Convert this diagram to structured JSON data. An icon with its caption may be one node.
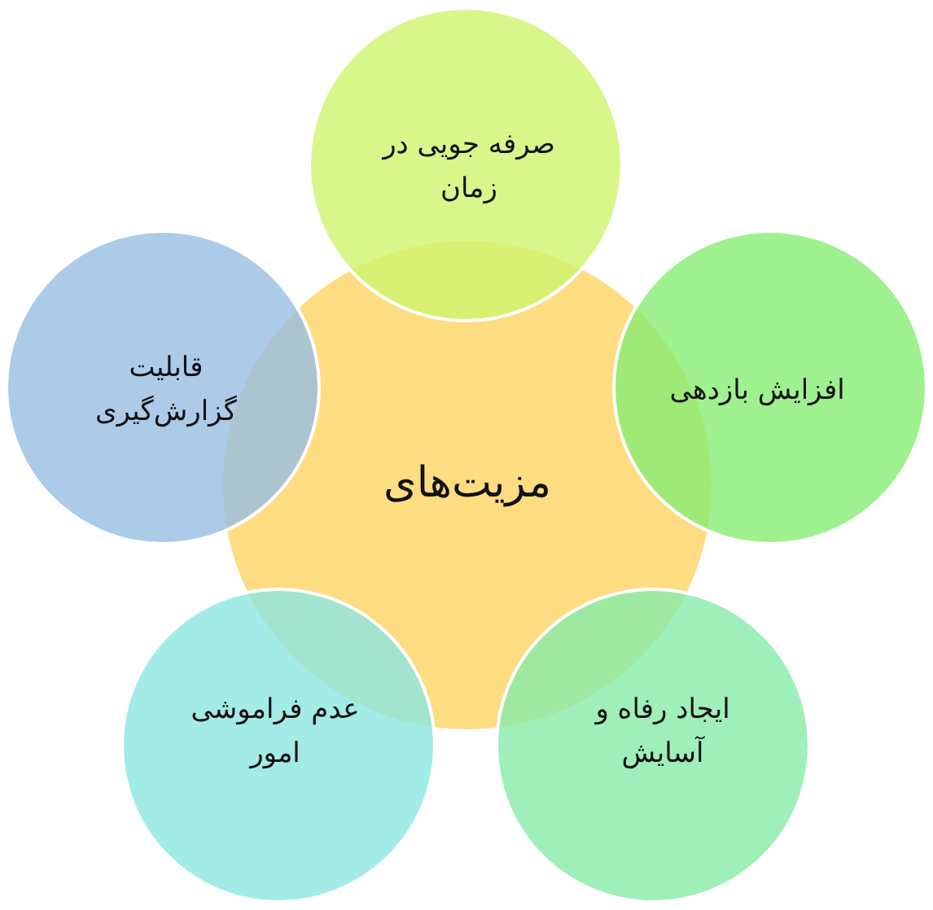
{
  "diagram": {
    "nodes": [
      {
        "text": [
          "مزیت‌های"
        ]
      },
      {
        "text": [
          "صرفه جویی در زمان"
        ]
      },
      {
        "text": [
          "قابلیت گزارش‌گیری"
        ]
      },
      {
        "text": [
          "افزایش بازدهی"
        ]
      },
      {
        "text": [
          "عدم فراموشی امور"
        ]
      },
      {
        "text": [
          "ایجاد رفاه و آسایش"
        ]
      }
    ]
  }
}
